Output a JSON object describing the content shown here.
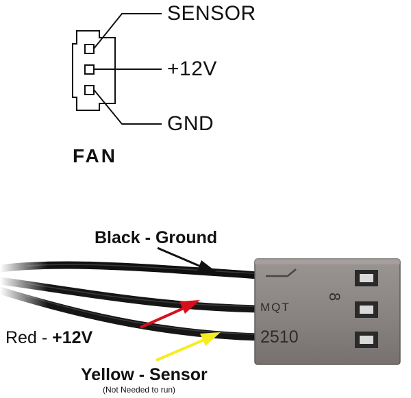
{
  "schematic": {
    "title": "FAN",
    "pins": [
      {
        "label": "SENSOR"
      },
      {
        "label": "+12V"
      },
      {
        "label": "GND"
      }
    ]
  },
  "photo": {
    "wires": [
      {
        "label_main": "Black",
        "label_sep": " - ",
        "label_func": "Ground",
        "wire_color": "#111111",
        "arrow_color": "#111111"
      },
      {
        "label_main": "Red",
        "label_sep": " - ",
        "label_func": "+12V",
        "wire_color": "#161616",
        "arrow_color": "#d5101c"
      },
      {
        "label_main": "Yellow",
        "label_sep": " - ",
        "label_func": "Sensor",
        "wire_color": "#161616",
        "arrow_color": "#f6ec1f"
      }
    ],
    "sensor_note": "(Not Needed to run)",
    "connector_marks": [
      "MQT",
      "8",
      "2510"
    ],
    "connector_color": "#8a8583"
  }
}
